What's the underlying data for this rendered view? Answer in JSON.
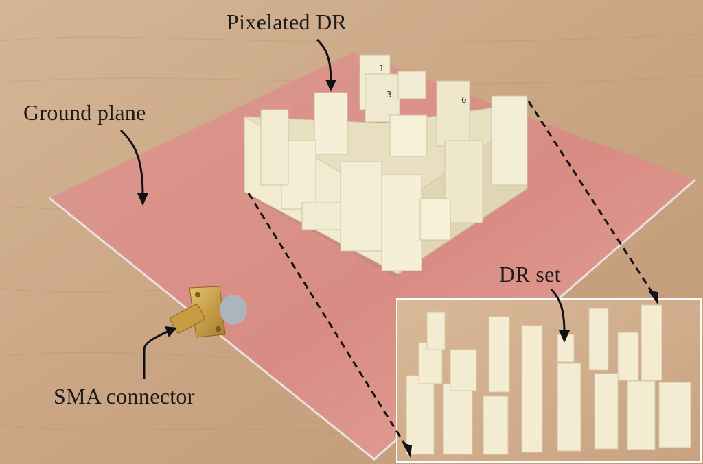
{
  "labels": {
    "pixelated_dr": "Pixelated DR",
    "ground_plane": "Ground plane",
    "dr_set": "DR set",
    "sma_connector": "SMA connector"
  },
  "block_marks": [
    "1",
    "3",
    "6"
  ],
  "colors": {
    "table_wood": "#cfae8c",
    "ground_plane": "#d88f86",
    "dielectric": "#f1ead0",
    "connector": "#c9a14a",
    "arrow": "#111111"
  }
}
